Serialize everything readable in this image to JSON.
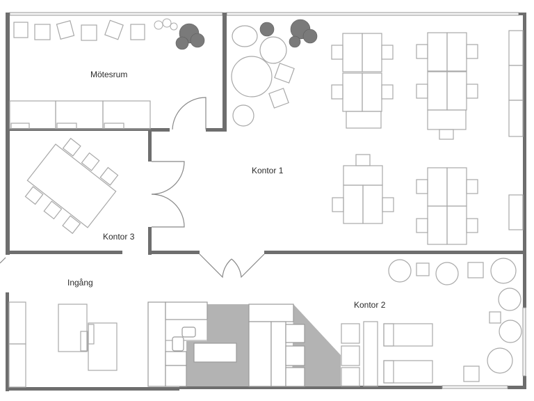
{
  "diagram": {
    "type": "floor-plan",
    "colors": {
      "wall": "#6e6e6e",
      "furniture_line": "#a8a8a8",
      "floor_tile": "#b3b3b3",
      "background": "#ffffff"
    },
    "rooms": [
      {
        "id": "motesrum",
        "label": "Mötesrum"
      },
      {
        "id": "kontor1",
        "label": "Kontor 1"
      },
      {
        "id": "kontor3",
        "label": "Kontor 3"
      },
      {
        "id": "ingang",
        "label": "Ingång"
      },
      {
        "id": "kontor2",
        "label": "Kontor 2"
      }
    ]
  }
}
